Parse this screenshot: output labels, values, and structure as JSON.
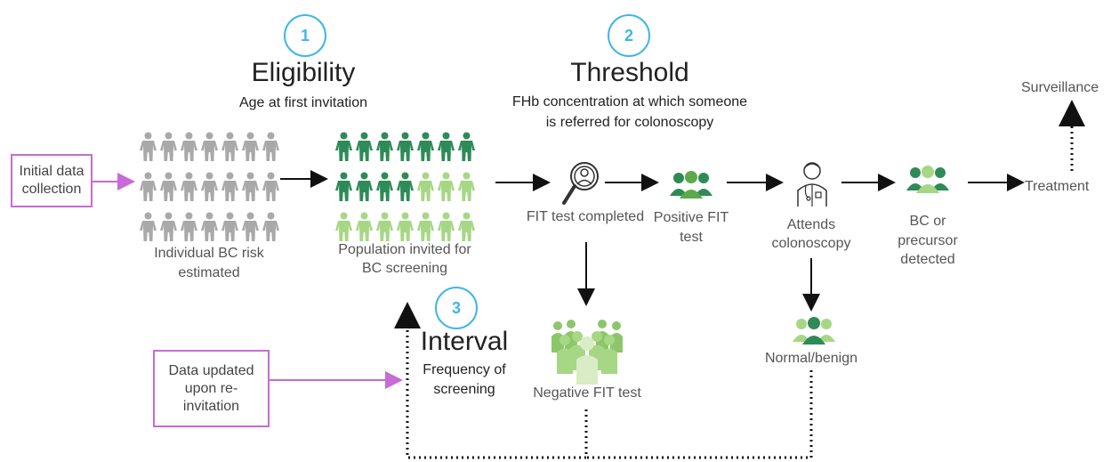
{
  "steps": [
    {
      "number": "1",
      "title": "Eligibility",
      "subtitle": "Age at first invitation"
    },
    {
      "number": "2",
      "title": "Threshold",
      "subtitle_line1": "FHb concentration at which someone",
      "subtitle_line2": "is referred for colonoscopy"
    },
    {
      "number": "3",
      "title": "Interval",
      "subtitle_line1": "Frequency of",
      "subtitle_line2": "screening"
    }
  ],
  "boxes": {
    "initial_line1": "Initial data",
    "initial_line2": "collection",
    "updated_line1": "Data updated",
    "updated_line2": "upon re-",
    "updated_line3": "invitation"
  },
  "nodes": {
    "risk_line1": "Individual BC risk",
    "risk_line2": "estimated",
    "invited_line1": "Population invited for",
    "invited_line2": "BC screening",
    "fit_completed": "FIT  test completed",
    "positive_line1": "Positive FIT",
    "positive_line2": "test",
    "attends_line1": "Attends",
    "attends_line2": "colonoscopy",
    "detected_line1": "BC or",
    "detected_line2": "precursor",
    "detected_line3": "detected",
    "treatment": "Treatment",
    "surveillance": "Surveillance",
    "negative": "Negative FIT test",
    "normal": "Normal/benign"
  },
  "colors": {
    "badge": "#41b6e6",
    "box_border": "#c86ad8",
    "grey_person": "#a9a9a9",
    "dark_green": "#2e8b57",
    "light_green": "#a6d785",
    "mid_green": "#5aaa4a"
  },
  "population_grid": {
    "rows": 3,
    "cols": 7,
    "invited_dark_per_row": [
      7,
      4,
      0
    ]
  }
}
